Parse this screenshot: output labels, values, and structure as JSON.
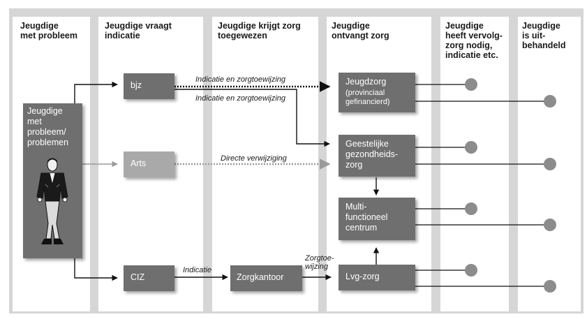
{
  "columns": [
    {
      "title": "Jeugdige\nmet probleem"
    },
    {
      "title": "Jeugdige vraagt\nindicatie"
    },
    {
      "title": "Jeugdige krijgt zorg\ntoegewezen"
    },
    {
      "title": "Jeugdige\nontvangt zorg"
    },
    {
      "title": "Jeugdige\nheeft vervolg-\nzorg nodig,\nindicatie etc."
    },
    {
      "title": "Jeugdige\nis uit-\nbehandeld"
    }
  ],
  "boxes": {
    "jeugdige": "Jeugdige\nmet\nprobleem/\nproblemen",
    "bjz": "bjz",
    "arts": "Arts",
    "ciz": "CIZ",
    "zorgkantoor": "Zorgkantoor",
    "jeugdzorg": "Jeugdzorg",
    "jeugdzorg_sub": "(provinciaal\ngefinancierd)",
    "ggz": "Geestelijke\ngezondheids-\nzorg",
    "multi": "Multi-\nfunctioneel\ncentrum",
    "lvg": "Lvg-zorg"
  },
  "edge_labels": {
    "bjz_to_jeugdzorg": "Indicatie en zorgtoewijzing",
    "bjz_to_ggz": "Indicatie en zorgtoewijzing",
    "arts_to_ggz": "Directe verwijziging",
    "ciz_to_zorgkantoor": "Indicatie",
    "zorgkantoor_to_lvg": "Zorgtoe-\nwijzing"
  },
  "colors": {
    "frame": "#d6d6d6",
    "box_dark": "#6f6f6f",
    "box_light": "#a9a9a9",
    "dot": "#8c8c8c"
  }
}
